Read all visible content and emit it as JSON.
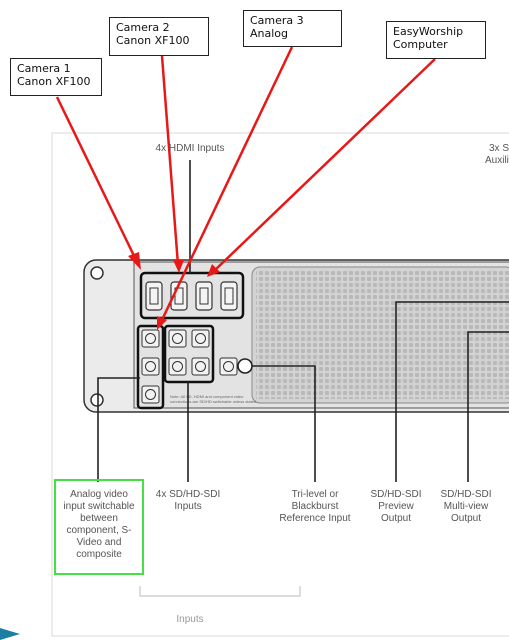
{
  "callouts": {
    "camera1": "Camera 1\nCanon XF100",
    "camera2": "Camera 2\nCanon XF100",
    "camera3": "Camera 3\nAnalog",
    "easyworship": "EasyWorship\nComputer"
  },
  "diagram": {
    "hdmi_inputs": "4x HDMI Inputs",
    "top_right_line1": "3x S",
    "top_right_line2": "Auxili",
    "analog_input": "Analog video input switchable between component, S-Video and composite",
    "sdi_inputs": "4x SD/HD-SDI Inputs",
    "reference_input": "Tri-level or Blackburst Reference Input",
    "preview_output": "SD/HD-SDI Preview Output",
    "multiview_output": "SD/HD-SDI Multi-view Output",
    "inputs_bracket": "Inputs"
  },
  "colors": {
    "arrow": "#e81818",
    "highlight": "#44e044",
    "device": "#e6e6e6",
    "line": "#222222"
  }
}
